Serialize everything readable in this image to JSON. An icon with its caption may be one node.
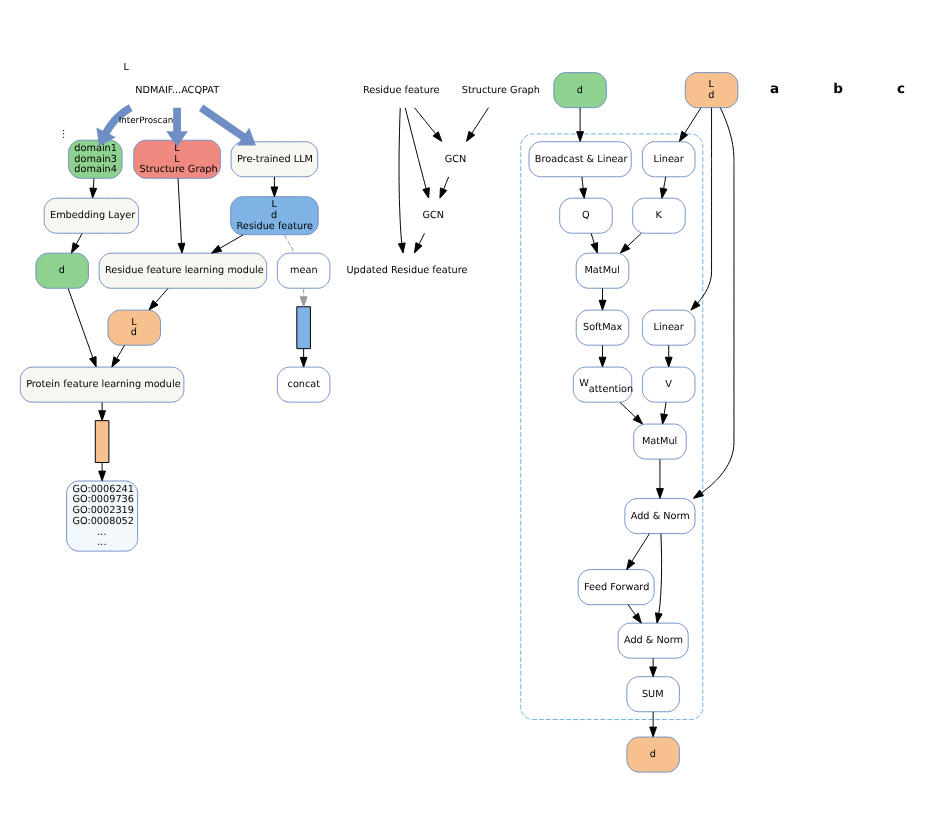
{
  "diagram": {
    "nodes": [
      {
        "text": [
          "NDMAIF...ACQPAT"
        ],
        "beside": [
          "L"
        ]
      },
      {
        "text": [
          "domain1",
          "domain3",
          "domain4"
        ],
        "beside": [
          "⋮"
        ]
      },
      {
        "text": [
          "Embedding Layer"
        ]
      },
      {
        "text": [
          "d"
        ]
      },
      {
        "text": [
          "Pre-trained LLM"
        ]
      },
      {
        "text": [
          "L",
          "d",
          "Residue feature"
        ]
      },
      {
        "text": [
          "Protein feature learning module"
        ]
      },
      {
        "text": [],
        "shape": "bar"
      },
      {
        "text": [
          "concat"
        ]
      },
      {
        "text": [
          "mean"
        ]
      },
      {
        "text": [],
        "shape": "bar"
      },
      {
        "text": [
          "GO:0006241",
          "GO:0009736",
          "GO:0002319",
          "GO:0008052",
          "...",
          "..."
        ]
      },
      {
        "text": [
          "L",
          "L",
          "Structure Graph"
        ]
      },
      {
        "text": [
          "Residue feature learning module"
        ]
      },
      {
        "text": [
          "L",
          "d"
        ]
      },
      {
        "text": [
          "Residue feature"
        ]
      },
      {
        "text": [
          "Structure Graph"
        ]
      },
      {
        "text": [
          "GCN"
        ]
      },
      {
        "text": [
          "GCN"
        ]
      },
      {
        "text": [
          "Updated Residue feature"
        ]
      },
      {
        "text": [],
        "shape": "box"
      },
      {
        "text": [
          "d"
        ]
      },
      {
        "text": [
          "L",
          "d"
        ]
      },
      {
        "text": [
          "Broadcast & Linear"
        ],
        "in": 20
      },
      {
        "text": [
          "Q"
        ],
        "in": 20
      },
      {
        "text": [
          "MatMul"
        ],
        "in": 20
      },
      {
        "text": [
          "SoftMax"
        ],
        "in": 20
      },
      {
        "text": [
          "W$_{attention}$"
        ],
        "in": 20
      },
      {
        "text": [
          "Linear"
        ],
        "in": 20
      },
      {
        "text": [
          "K"
        ],
        "in": 20
      },
      {
        "text": [
          "Linear"
        ],
        "in": 20
      },
      {
        "text": [
          "V"
        ],
        "in": 20
      },
      {
        "text": [
          "MatMul"
        ],
        "in": 20
      },
      {
        "text": [
          "Add & Norm"
        ],
        "in": 20
      },
      {
        "text": [
          "Feed Forward"
        ],
        "in": 20
      },
      {
        "text": [
          "Add & Norm"
        ],
        "in": 20
      },
      {
        "text": [
          "SUM"
        ],
        "in": 20
      },
      {
        "text": [
          "d"
        ]
      }
    ],
    "edges": [
      {
        "from": 0,
        "to": 1,
        "arrow": "to",
        "label": "InterProscan",
        "style": "thick",
        "color": "#6f8fc4"
      },
      {
        "from": 0,
        "to": 4,
        "arrow": "to",
        "style": "thick",
        "color": "#6f8fc4"
      },
      {
        "from": 0,
        "to": 12,
        "arrow": "to",
        "style": "thick",
        "color": "#6f8fc4"
      },
      {
        "from": 1,
        "to": 2,
        "arrow": "to"
      },
      {
        "from": 2,
        "to": 3,
        "arrow": "to"
      },
      {
        "from": 3,
        "to": 6,
        "arrow": "to"
      },
      {
        "from": 4,
        "to": 5,
        "arrow": "to"
      },
      {
        "from": 5,
        "to": 9,
        "arrow": "none",
        "style": "dashed",
        "color": "#9a9a9a"
      },
      {
        "from": 9,
        "to": 10,
        "arrow": "to",
        "style": "dashed",
        "color": "#9a9a9a"
      },
      {
        "from": 5,
        "to": 13,
        "arrow": "to"
      },
      {
        "from": 12,
        "to": 13,
        "arrow": "to"
      },
      {
        "from": 13,
        "to": 14,
        "arrow": "to"
      },
      {
        "from": 14,
        "to": 6,
        "arrow": "to"
      },
      {
        "from": 6,
        "to": 7,
        "arrow": "to"
      },
      {
        "from": 7,
        "to": 11,
        "arrow": "to"
      },
      {
        "from": 10,
        "to": 8,
        "arrow": "to"
      },
      {
        "from": 15,
        "to": 17,
        "arrow": "to"
      },
      {
        "from": 16,
        "to": 17,
        "arrow": "to"
      },
      {
        "from": 17,
        "to": 18,
        "arrow": "to"
      },
      {
        "from": 15,
        "to": 18,
        "arrow": "to"
      },
      {
        "from": 18,
        "to": 19,
        "arrow": "to"
      },
      {
        "from": 15,
        "to": 19,
        "arrow": "to"
      },
      {
        "from": 21,
        "to": 23,
        "arrow": "to"
      },
      {
        "from": 23,
        "to": 24,
        "arrow": "to"
      },
      {
        "from": 24,
        "to": 25,
        "arrow": "to"
      },
      {
        "from": 22,
        "to": 28,
        "arrow": "to"
      },
      {
        "from": 22,
        "to": 30,
        "arrow": "to"
      },
      {
        "from": 28,
        "to": 29,
        "arrow": "to"
      },
      {
        "from": 29,
        "to": 25,
        "arrow": "to"
      },
      {
        "from": 30,
        "to": 31,
        "arrow": "to"
      },
      {
        "from": 25,
        "to": 26,
        "arrow": "to"
      },
      {
        "from": 26,
        "to": 27,
        "arrow": "to"
      },
      {
        "from": 27,
        "to": 32,
        "arrow": "to"
      },
      {
        "from": 31,
        "to": 32,
        "arrow": "to"
      },
      {
        "from": 32,
        "to": 33,
        "arrow": "to"
      },
      {
        "from": 22,
        "to": 33,
        "arrow": "to"
      },
      {
        "from": 33,
        "to": 34,
        "arrow": "to"
      },
      {
        "from": 33,
        "to": 35,
        "arrow": "to"
      },
      {
        "from": 34,
        "to": 35,
        "arrow": "to"
      },
      {
        "from": 35,
        "to": 36,
        "arrow": "to"
      },
      {
        "from": 36,
        "to": 37,
        "arrow": "to"
      }
    ],
    "labels": [
      "a",
      "b",
      "c"
    ]
  }
}
